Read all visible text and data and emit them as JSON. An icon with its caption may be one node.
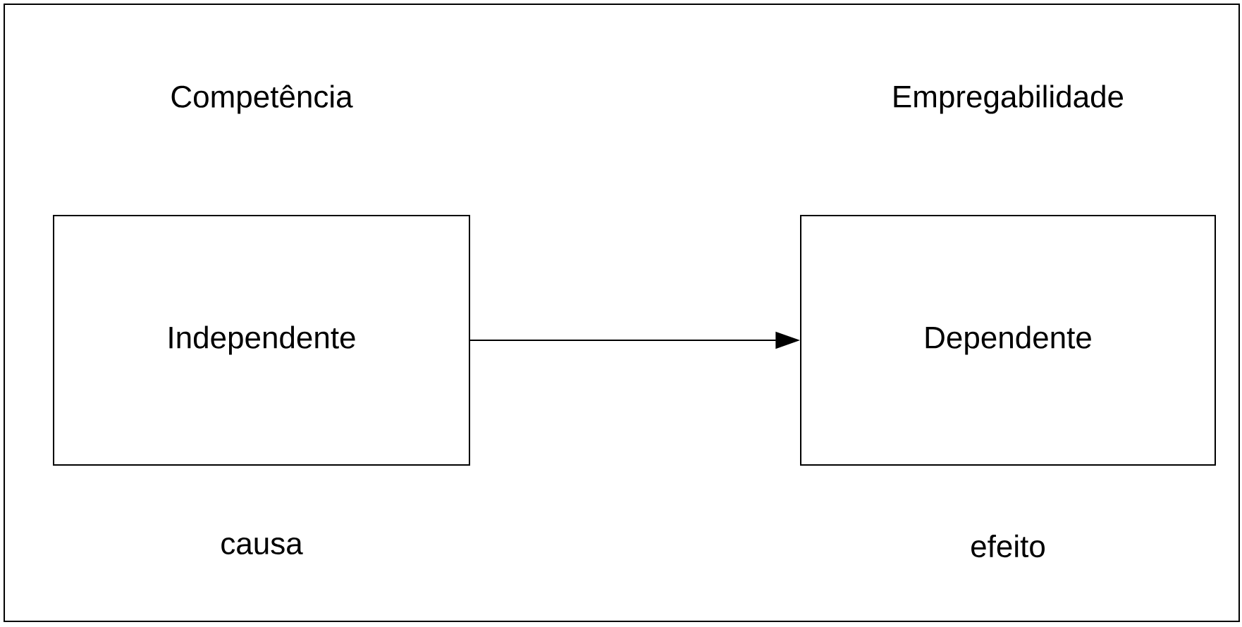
{
  "diagram": {
    "nodes": [
      {
        "text": [
          "Independente"
        ],
        "beside": [
          "Competência",
          "causa"
        ]
      },
      {
        "text": [
          "Dependente"
        ],
        "beside": [
          "Empregabilidade",
          "efeito"
        ]
      }
    ],
    "edges": [
      {
        "from": 0,
        "to": 1,
        "arrow": "to"
      }
    ]
  }
}
